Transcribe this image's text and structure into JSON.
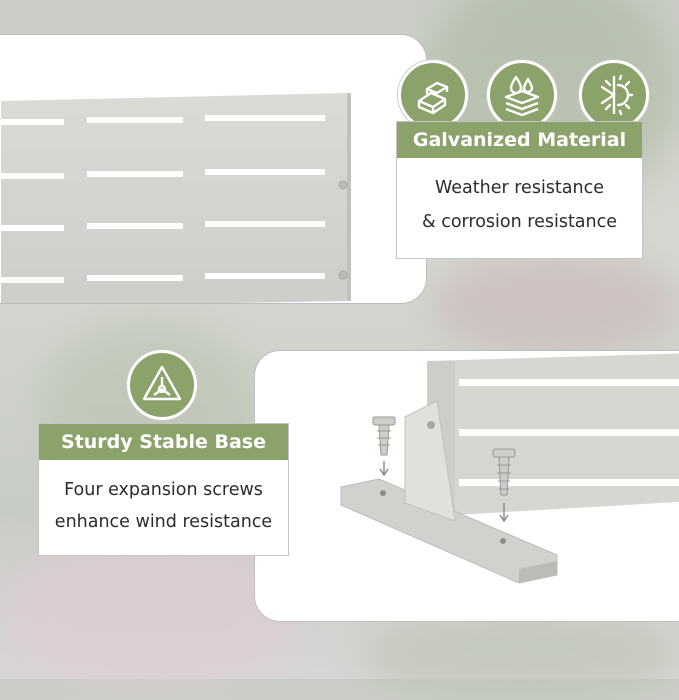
{
  "feature_top": {
    "title": "Galvanized Material",
    "line1": "Weather resistance",
    "line2": "& corrosion resistance"
  },
  "feature_bottom": {
    "title": "Sturdy Stable Base",
    "line1": "Four expansion screws",
    "line2": "enhance wind resistance"
  },
  "icons": [
    "metal-bars-icon",
    "waterproof-layers-icon",
    "sun-snowflake-icon",
    "triangle-stability-icon"
  ],
  "colors": {
    "accent": "#8ba36a",
    "panel": "#d9d7d3",
    "text": "#2b2b2b"
  }
}
